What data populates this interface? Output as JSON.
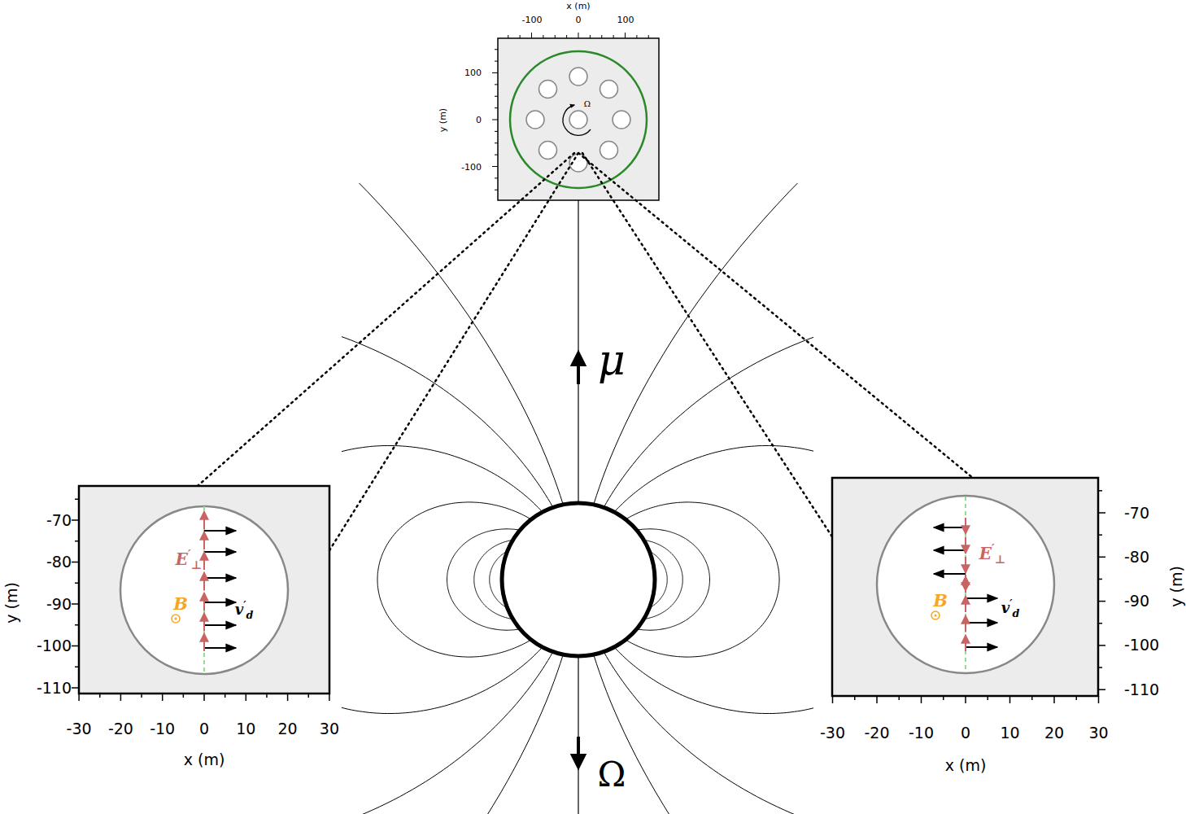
{
  "diagram": {
    "labels": [
      "x (m)",
      "-100",
      "0",
      "100",
      "100",
      "0",
      "-100",
      "y (m)",
      "Ω",
      "μ",
      "Ω",
      "-70",
      "-80",
      "-90",
      "-100",
      "-110",
      "y (m)",
      "-30",
      "-20",
      "-10",
      "0",
      "10",
      "20",
      "30",
      "x (m)",
      "E′⊥",
      "B",
      "v′d",
      "-70",
      "-80",
      "-90",
      "-100",
      "-110",
      "y (m)",
      "-30",
      "-20",
      "-10",
      "0",
      "10",
      "20",
      "30",
      "x (m)",
      "E′⊥",
      "B",
      "v′d"
    ]
  }
}
